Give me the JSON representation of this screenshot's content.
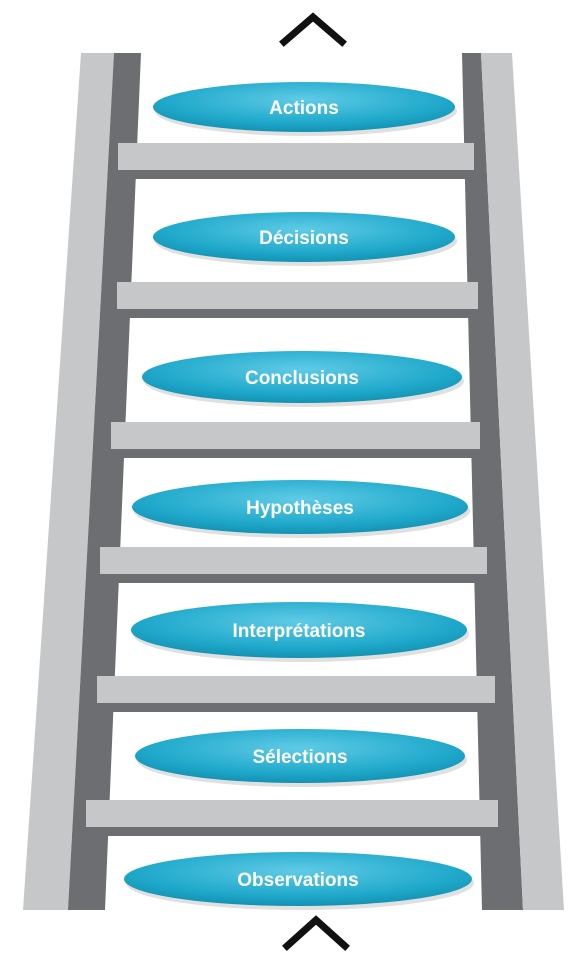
{
  "ladder": {
    "rungs_top_to_bottom": [
      "Actions",
      "Décisions",
      "Conclusions",
      "Hypothèses",
      "Interprétations",
      "Sélections",
      "Observations"
    ],
    "arrows": [
      "up-chevron-top",
      "up-chevron-bottom"
    ],
    "colors": {
      "rail_outer": "#c6c7c9",
      "rail_inner": "#6d6e71",
      "rung_fill": "#c6c7c9",
      "rung_shadow": "#6d6e71",
      "label_fill": "#2bb0cf",
      "label_text": "#ffffff",
      "arrow": "#111111"
    }
  }
}
